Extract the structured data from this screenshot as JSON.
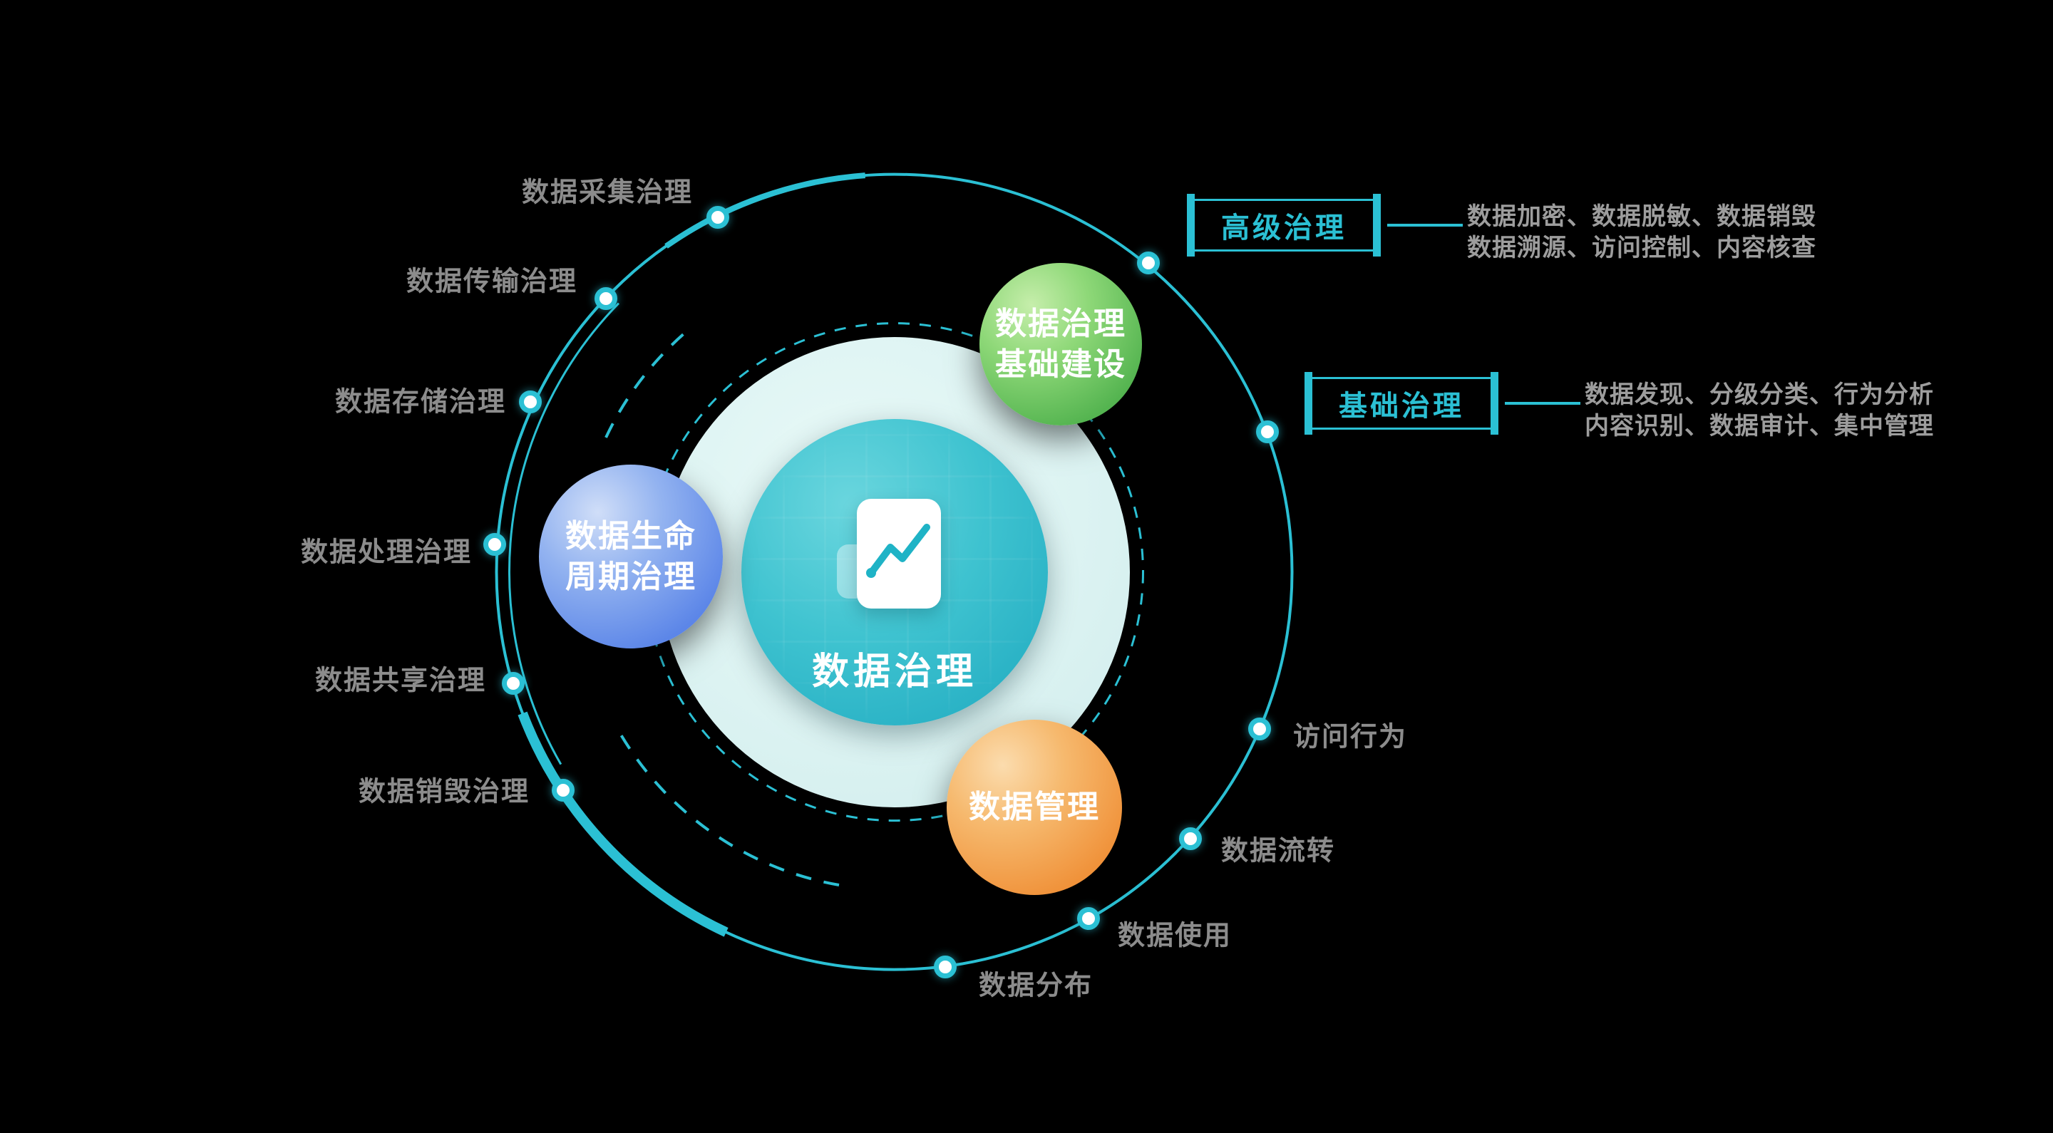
{
  "colors": {
    "accent_teal": "#2bc0d4",
    "core_teal": "#3fc3d0",
    "halo_pale": "#dcf3f2",
    "satellite_green": "#54b450",
    "satellite_blue": "#5c86e8",
    "satellite_orange": "#f0923a",
    "ring_label_gray": "#8c8c8c",
    "description_gray": "#9d9d9d",
    "background": "#000000"
  },
  "center": {
    "title": "数据治理",
    "icon": "document-trend-chart-icon"
  },
  "satellites": [
    {
      "id": "infrastructure",
      "lines": [
        "数据治理",
        "基础建设"
      ]
    },
    {
      "id": "lifecycle",
      "lines": [
        "数据生命",
        "周期治理"
      ]
    },
    {
      "id": "management",
      "lines": [
        "数据管理"
      ]
    }
  ],
  "ring_labels": [
    "数据采集治理",
    "数据传输治理",
    "数据存储治理",
    "数据处理治理",
    "数据共享治理",
    "数据销毁治理",
    "数据分布",
    "数据使用",
    "数据流转",
    "访问行为"
  ],
  "callouts": [
    {
      "title": "高级治理",
      "desc": [
        "数据加密、数据脱敏、数据销毁",
        "数据溯源、访问控制、内容核查"
      ]
    },
    {
      "title": "基础治理",
      "desc": [
        "数据发现、分级分类、行为分析",
        "内容识别、数据审计、集中管理"
      ]
    }
  ]
}
